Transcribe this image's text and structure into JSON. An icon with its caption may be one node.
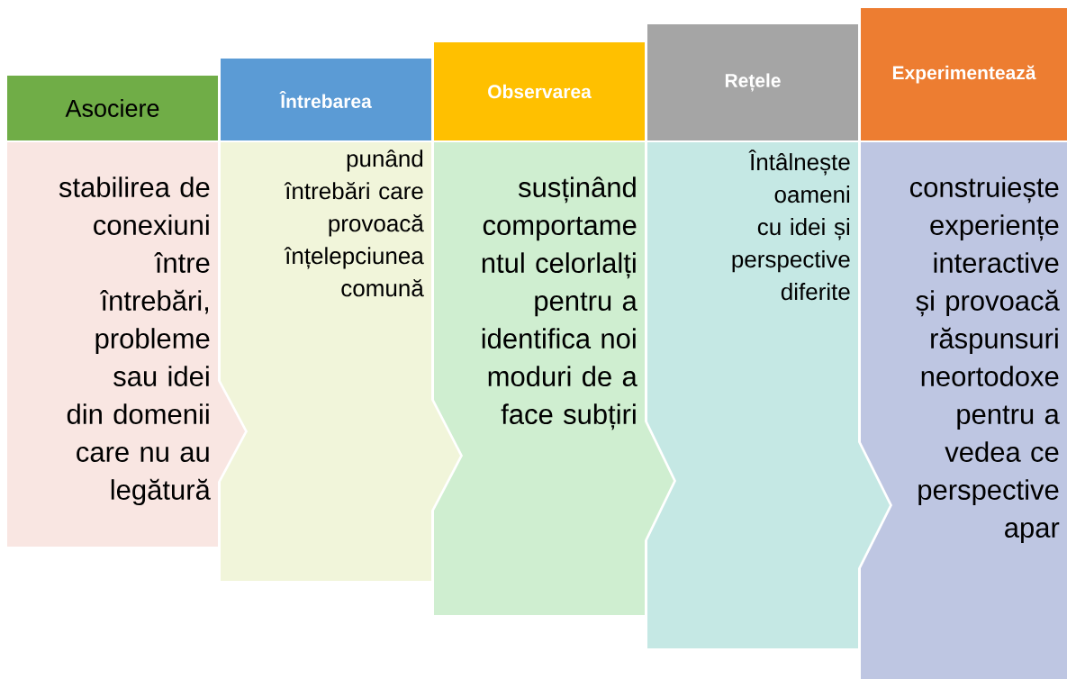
{
  "diagram": {
    "nodes": [
      {
        "text": [
          "Asociere"
        ]
      },
      {
        "text": [
          "stabilirea de conexiuni între întrebări, probleme sau idei din domenii care nu au legătură"
        ]
      },
      {
        "text": [
          "Întrebarea"
        ]
      },
      {
        "text": [
          "punând întrebări care provoacă înțelepciunea comună"
        ]
      },
      {
        "text": [
          "Observarea"
        ]
      },
      {
        "text": [
          "susținând comportame ntul celorlalți pentru a identifica noi moduri de a face subțiri"
        ]
      },
      {
        "text": [
          "Rețele"
        ]
      },
      {
        "text": [
          "Întâlnește oameni cu idei și perspective diferite"
        ]
      },
      {
        "text": [
          "Experimentează"
        ]
      },
      {
        "text": [
          "construiește experiențe interactive și provoacă răspunsuri neortodoxe pentru a vedea ce perspective apar"
        ]
      }
    ]
  }
}
